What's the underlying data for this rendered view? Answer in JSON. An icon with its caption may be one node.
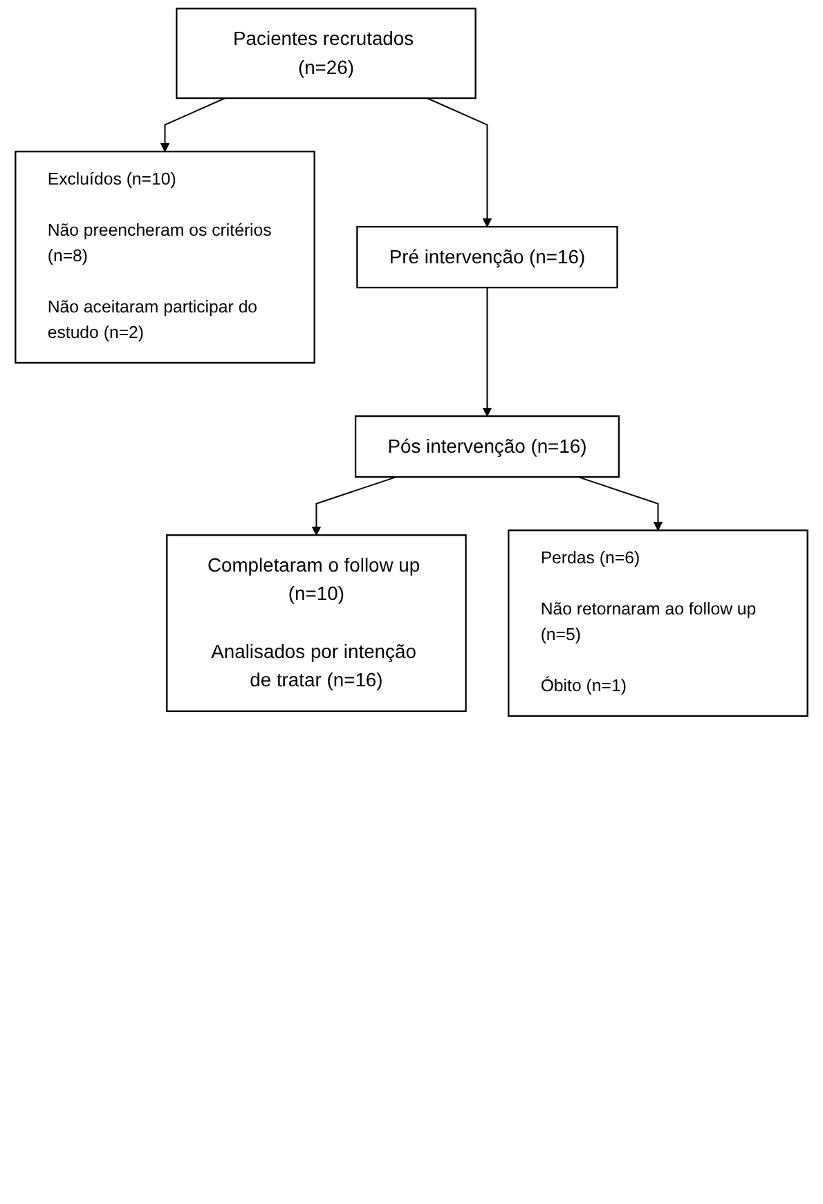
{
  "diagram": {
    "nodes": [
      {
        "text": [
          "Pacientes recrutados (n=26)"
        ]
      },
      {
        "text": [
          "Excluídos (n=10)",
          "Não preencheram os critérios (n=8)",
          "Não aceitaram participar do estudo (n=2)"
        ]
      },
      {
        "text": [
          "Pré intervenção (n=16)"
        ]
      },
      {
        "text": [
          "Pós intervenção (n=16)"
        ]
      },
      {
        "text": [
          "Perdas (n=6)",
          "Não retornaram ao follow up (n=5)",
          "Óbito (n=1)"
        ]
      },
      {
        "text": [
          "Completaram o follow up (n=10)",
          "Analisados por intenção de tratar (n=16)"
        ]
      }
    ],
    "edges": [
      {
        "from": 0,
        "to": 2,
        "arrow": "to"
      },
      {
        "from": 0,
        "to": 1,
        "arrow": "to"
      },
      {
        "from": 2,
        "to": 3,
        "arrow": "to"
      },
      {
        "from": 3,
        "to": 5,
        "arrow": "to"
      },
      {
        "from": 3,
        "to": 4,
        "arrow": "to"
      }
    ]
  }
}
